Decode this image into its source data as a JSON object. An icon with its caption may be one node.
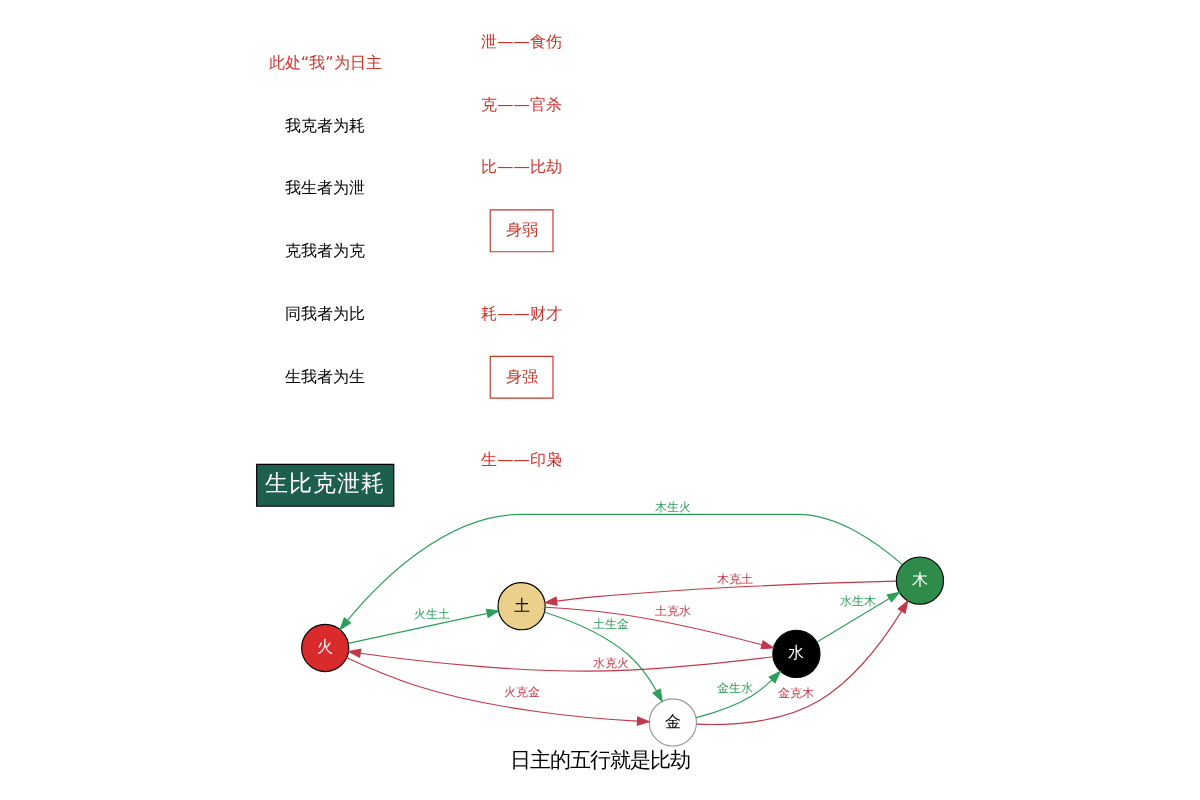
{
  "diagram": {
    "caption": "日主的五行就是比劫",
    "nodes": [
      {
        "text": [
          "火"
        ]
      },
      {
        "text": [
          "木"
        ]
      },
      {
        "text": [
          "土"
        ]
      },
      {
        "text": [
          "水"
        ]
      },
      {
        "text": [
          "金"
        ]
      },
      {
        "text": [
          "生比克泄耗"
        ]
      },
      {
        "text": [
          "身强"
        ]
      },
      {
        "text": [
          "身弱"
        ]
      }
    ],
    "edges": [
      {
        "from": 1,
        "to": 0,
        "arrow": "to",
        "label": "木生火",
        "color": "#2e9e5b"
      },
      {
        "from": 0,
        "to": 2,
        "arrow": "to",
        "label": "火生土",
        "color": "#2e9e5b"
      },
      {
        "from": 2,
        "to": 4,
        "arrow": "to",
        "label": "土生金",
        "color": "#2e9e5b"
      },
      {
        "from": 4,
        "to": 3,
        "arrow": "to",
        "label": "金生水",
        "color": "#2e9e5b"
      },
      {
        "from": 3,
        "to": 1,
        "arrow": "to",
        "label": "水生木",
        "color": "#2e9e5b"
      },
      {
        "from": 1,
        "to": 2,
        "arrow": "to",
        "label": "木克土",
        "color": "#c0394b"
      },
      {
        "from": 0,
        "to": 4,
        "arrow": "to",
        "label": "火克金",
        "color": "#c0394b"
      },
      {
        "from": 2,
        "to": 3,
        "arrow": "to",
        "label": "土克水",
        "color": "#c0394b"
      },
      {
        "from": 4,
        "to": 1,
        "arrow": "to",
        "label": "金克木",
        "color": "#c0394b"
      },
      {
        "from": 3,
        "to": 0,
        "arrow": "to",
        "label": "水克火",
        "color": "#c0394b"
      }
    ],
    "labels": [
      "生我者为生",
      "同我者为比",
      "克我者为克",
      "我生者为泄",
      "我克者为耗",
      "生——印枭",
      "比——比劫",
      "克——官杀",
      "泄——食伤",
      "耗——财才",
      "此处“我”为日主"
    ]
  }
}
